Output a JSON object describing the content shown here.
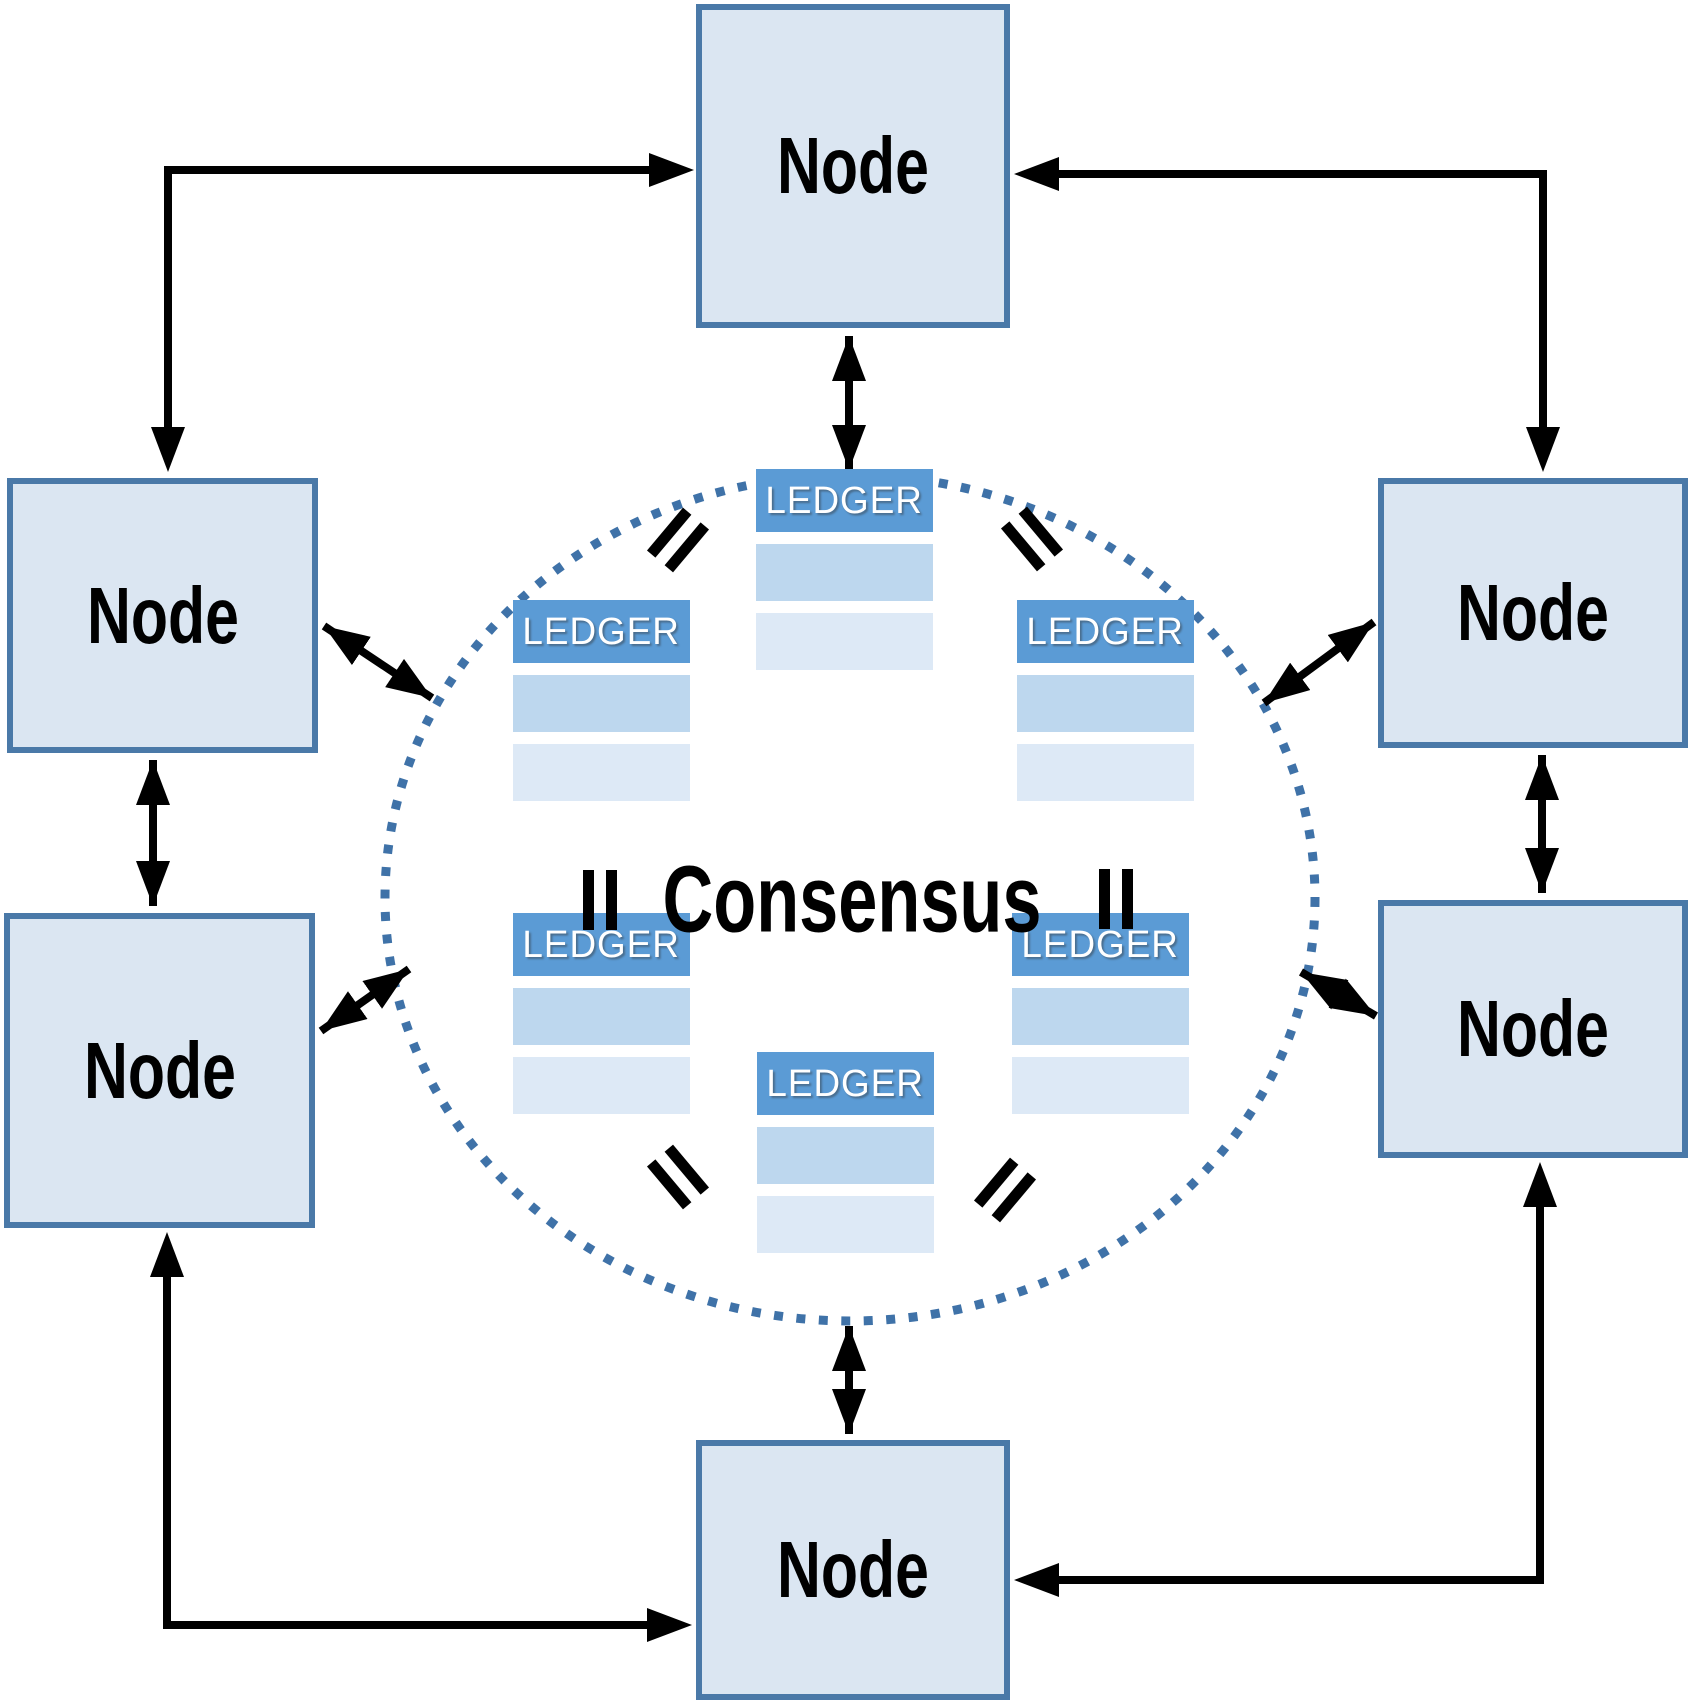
{
  "diagram": {
    "consensus_label": "Consensus",
    "equals_symbol": "=",
    "nodes": [
      {
        "id": "node-top",
        "label": "Node"
      },
      {
        "id": "node-left-upper",
        "label": "Node"
      },
      {
        "id": "node-right-upper",
        "label": "Node"
      },
      {
        "id": "node-left-lower",
        "label": "Node"
      },
      {
        "id": "node-right-lower",
        "label": "Node"
      },
      {
        "id": "node-bottom",
        "label": "Node"
      }
    ],
    "ledgers": [
      {
        "id": "ledger-top-center",
        "label": "LEDGER"
      },
      {
        "id": "ledger-upper-left",
        "label": "LEDGER"
      },
      {
        "id": "ledger-upper-right",
        "label": "LEDGER"
      },
      {
        "id": "ledger-lower-left",
        "label": "LEDGER"
      },
      {
        "id": "ledger-lower-right",
        "label": "LEDGER"
      },
      {
        "id": "ledger-bottom-center",
        "label": "LEDGER"
      }
    ],
    "colors": {
      "node_fill": "#dbe6f2",
      "node_border": "#4a79a8",
      "ledger_header": "#5b9bd5",
      "ledger_row_light": "#bdd7ee",
      "ledger_row_lighter": "#dde9f6",
      "dotted_circle": "#3f72a8",
      "arrow": "#000000",
      "ledger_text": "#ffffff",
      "label_text": "#000000"
    }
  }
}
